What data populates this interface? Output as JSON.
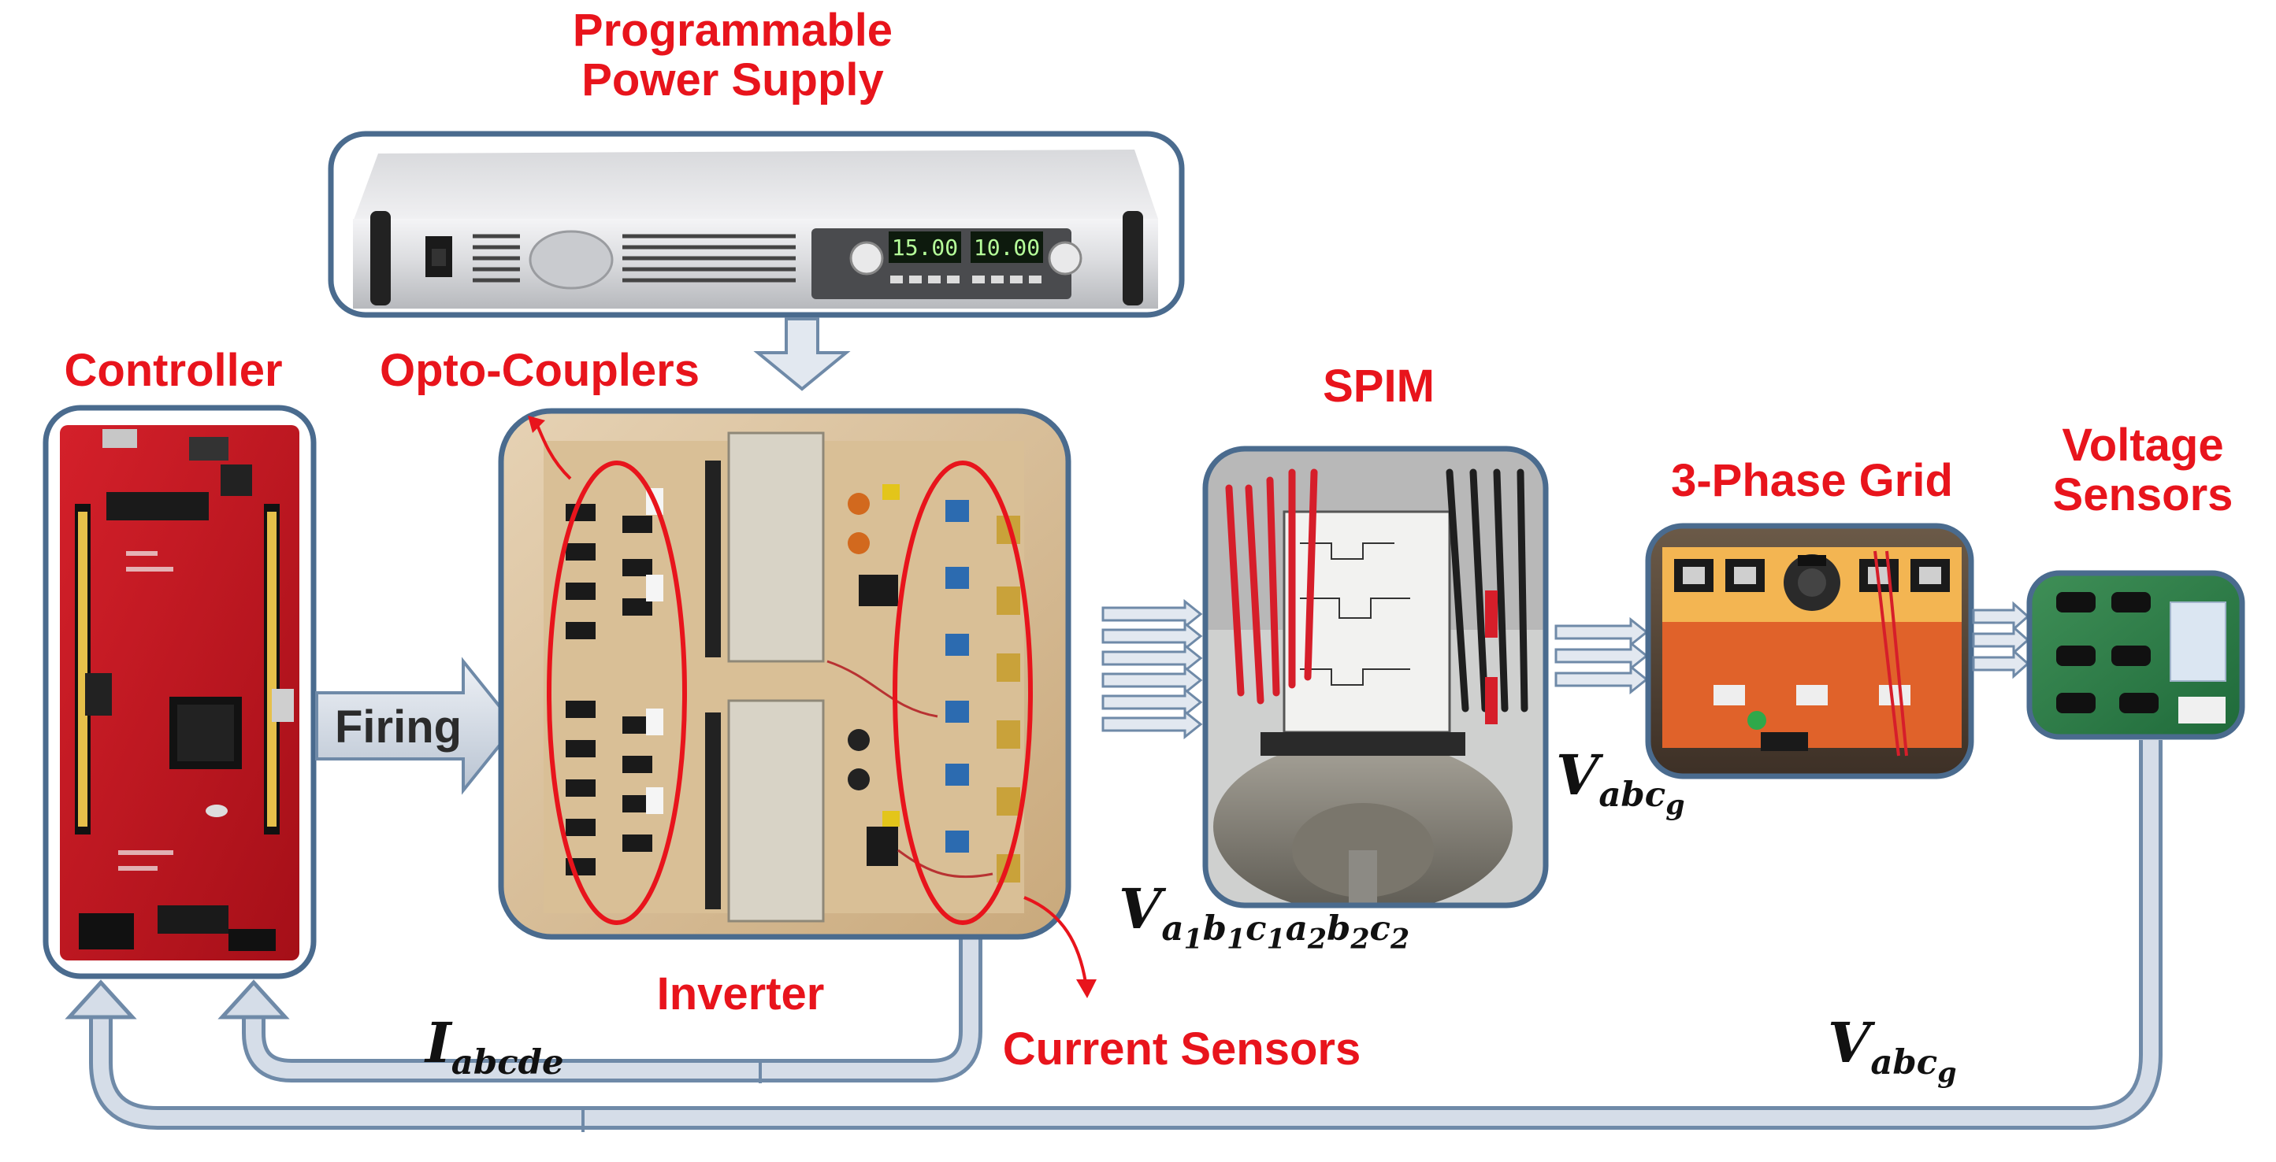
{
  "labels": {
    "power_supply": [
      "Programmable",
      "Power Supply"
    ],
    "controller": "Controller",
    "opto_couplers": "Opto-Couplers",
    "spim": "SPIM",
    "grid": "3-Phase Grid",
    "voltage_sensors": [
      "Voltage",
      "Sensors"
    ],
    "inverter": "Inverter",
    "current_sensors": "Current Sensors",
    "firing": "Firing"
  },
  "psu_display": {
    "left": "15.00",
    "right": "10.00"
  },
  "signals": {
    "inverter_voltages": {
      "base": "V",
      "sub": "a",
      "subsub": [
        "1",
        "2"
      ],
      "full_sub": "a1b1c1a2b2c2"
    },
    "grid_voltage_top": {
      "base": "V",
      "sub": "abc",
      "subsub": "g"
    },
    "grid_voltage_feedback": {
      "base": "V",
      "sub": "abc",
      "subsub": "g"
    },
    "current_feedback": {
      "base": "I",
      "sub": "abcde"
    }
  },
  "colors": {
    "label_red": "#e8141c",
    "frame_blue": "#4a6b8e",
    "arrow_fill": "#d5dde8",
    "arrow_stroke": "#6f8aa8",
    "board_red": "#c8141e"
  }
}
